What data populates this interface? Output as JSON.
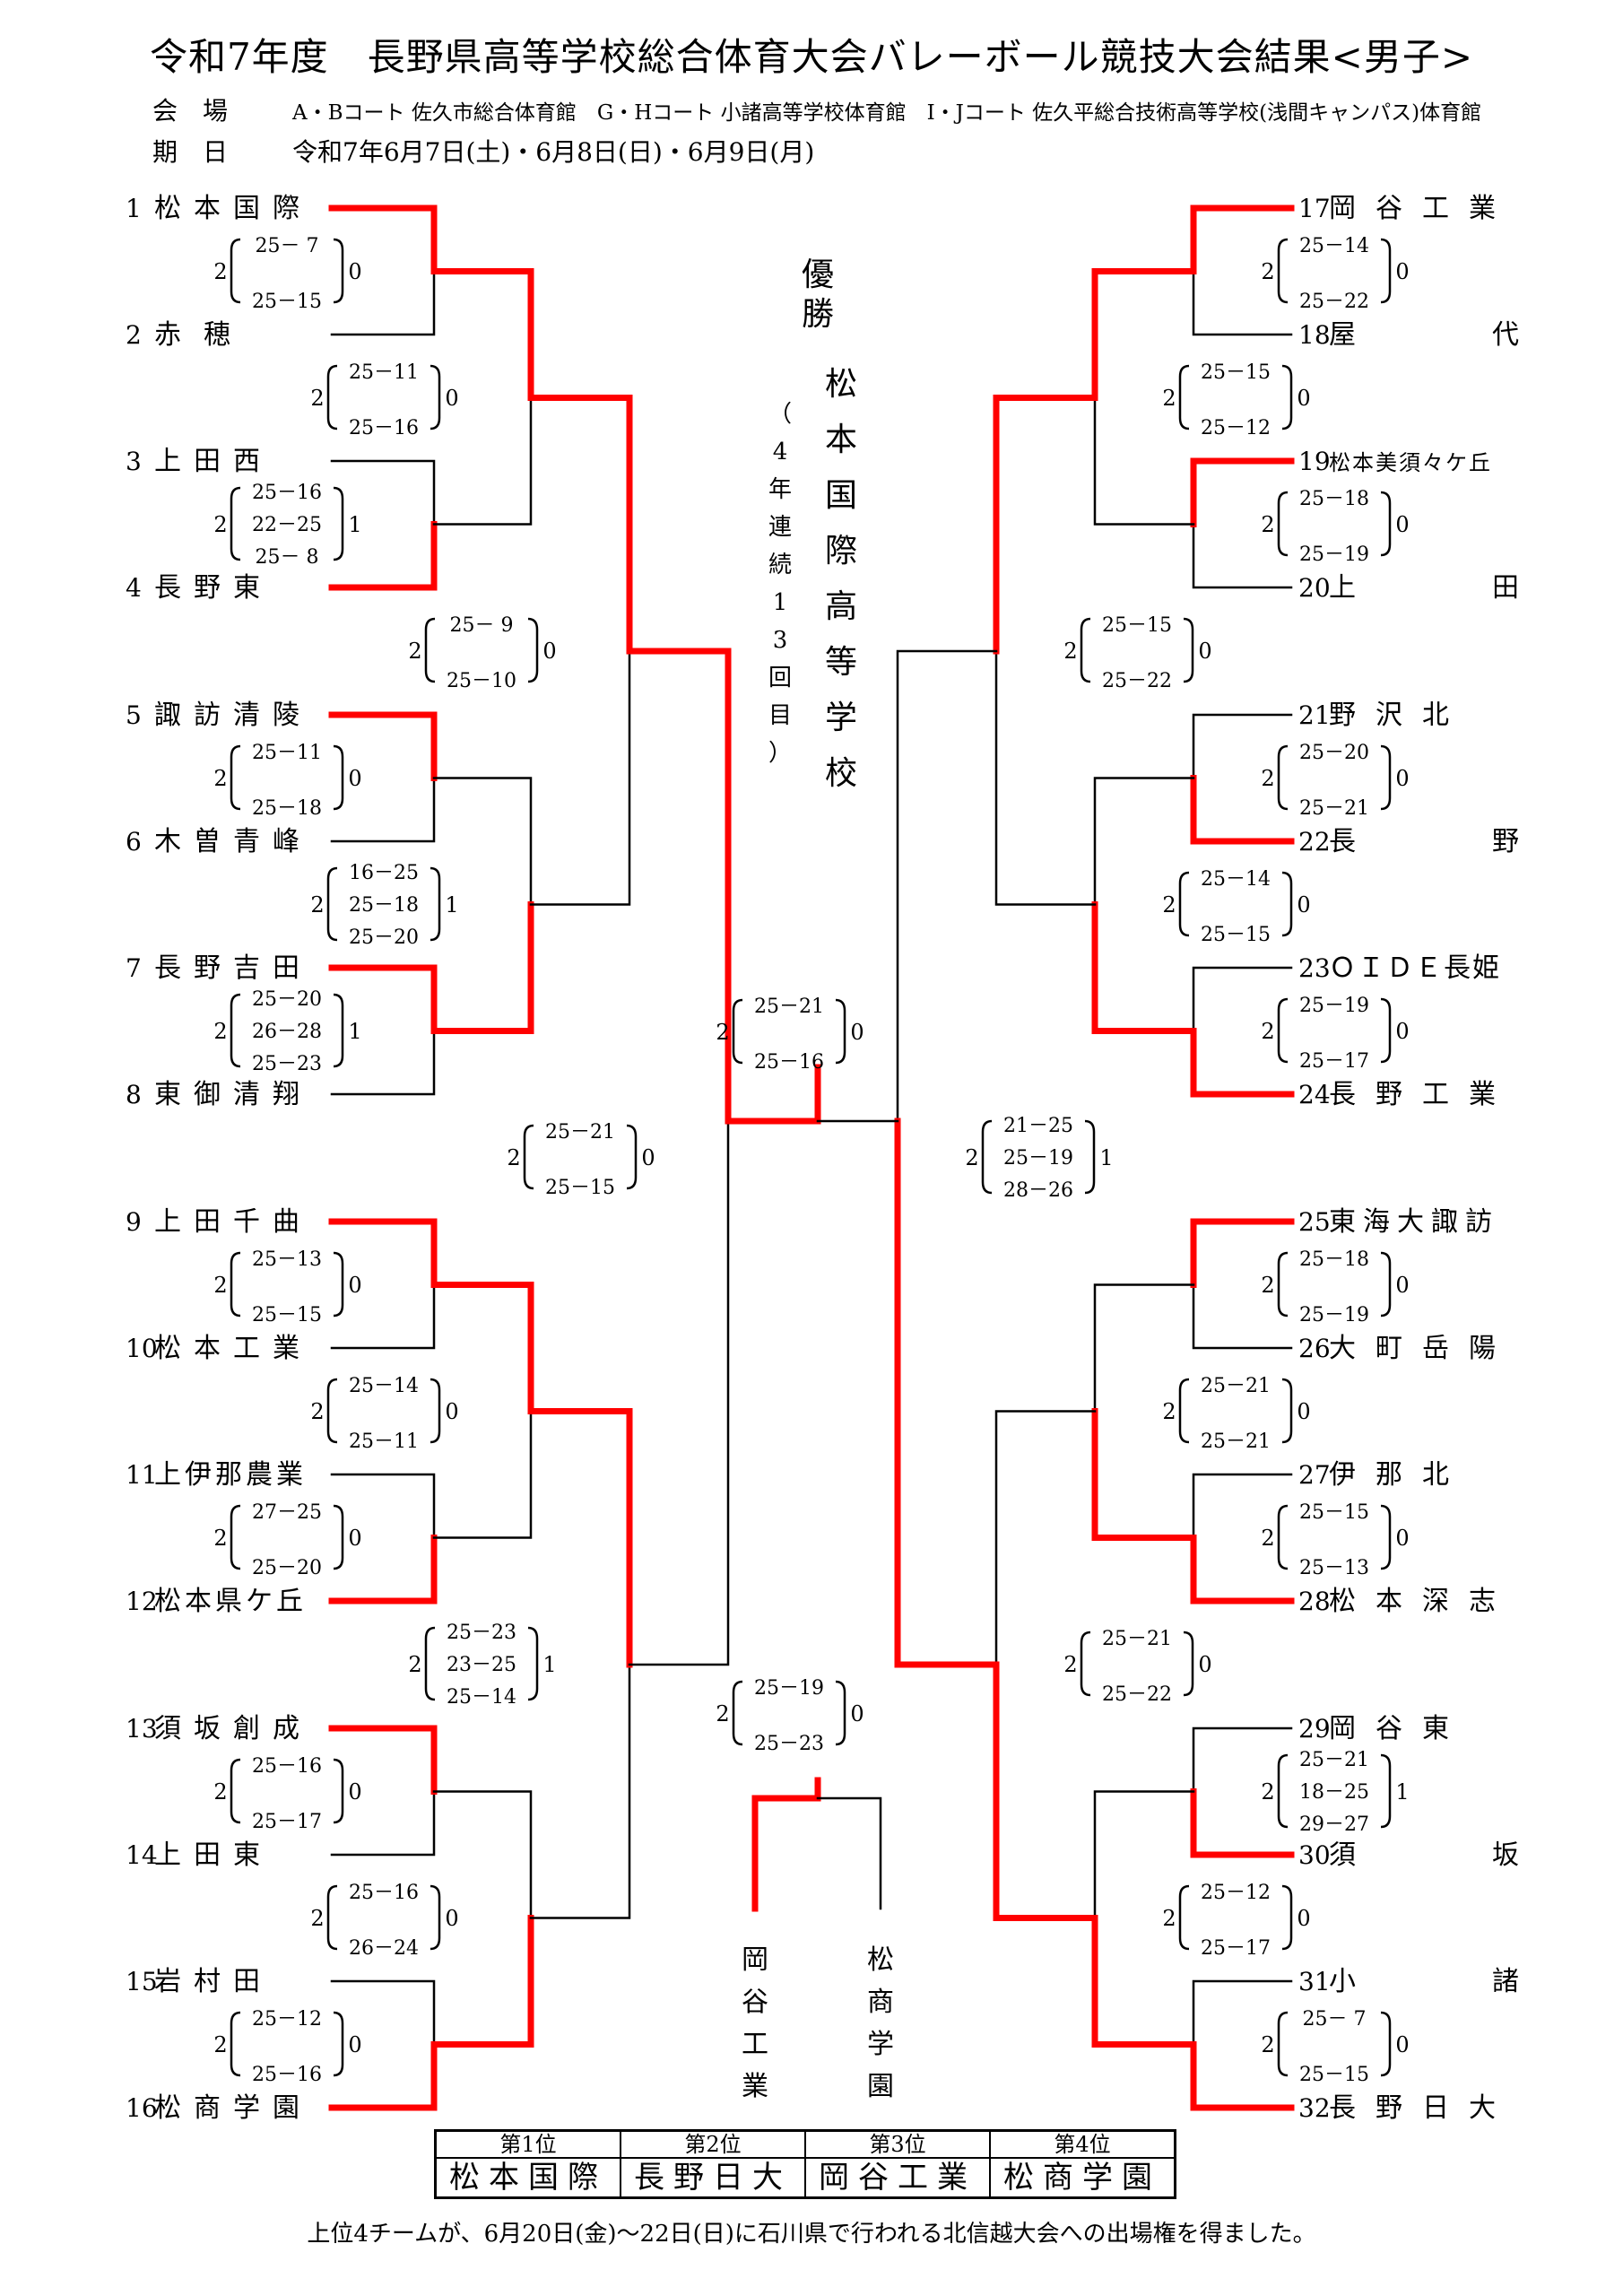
{
  "title": "令和7年度　長野県高等学校総合体育大会バレーボール競技大会結果<男子>",
  "venue": {
    "label": "会　場",
    "text": "A・Bコート 佐久市総合体育館　G・Hコート 小諸高等学校体育館　I・Jコート 佐久平総合技術高等学校(浅間キャンパス)体育館"
  },
  "dates": {
    "label": "期　日",
    "text": "令和7年6月7日(土)・6月8日(日)・6月9日(月)"
  },
  "champion": {
    "label": "優勝",
    "name": "松本国際高等学校",
    "note": "（4年連続13回目）"
  },
  "teams": [
    {
      "num": "1",
      "name": "松本国際"
    },
    {
      "num": "2",
      "name": "赤穂"
    },
    {
      "num": "3",
      "name": "上田西"
    },
    {
      "num": "4",
      "name": "長野東"
    },
    {
      "num": "5",
      "name": "諏訪清陵"
    },
    {
      "num": "6",
      "name": "木曽青峰"
    },
    {
      "num": "7",
      "name": "長野吉田"
    },
    {
      "num": "8",
      "name": "東御清翔"
    },
    {
      "num": "9",
      "name": "上田千曲"
    },
    {
      "num": "10",
      "name": "松本工業"
    },
    {
      "num": "11",
      "name": "上伊那農業"
    },
    {
      "num": "12",
      "name": "松本県ケ丘"
    },
    {
      "num": "13",
      "name": "須坂創成"
    },
    {
      "num": "14",
      "name": "上田東"
    },
    {
      "num": "15",
      "name": "岩村田"
    },
    {
      "num": "16",
      "name": "松商学園"
    },
    {
      "num": "17",
      "name": "岡谷工業"
    },
    {
      "num": "18",
      "name": "屋代"
    },
    {
      "num": "19",
      "name": "松本美須々ケ丘"
    },
    {
      "num": "20",
      "name": "上田"
    },
    {
      "num": "21",
      "name": "野沢北"
    },
    {
      "num": "22",
      "name": "長野"
    },
    {
      "num": "23",
      "name": "ＯＩＤＥ長姫"
    },
    {
      "num": "24",
      "name": "長野工業"
    },
    {
      "num": "25",
      "name": "東海大諏訪"
    },
    {
      "num": "26",
      "name": "大町岳陽"
    },
    {
      "num": "27",
      "name": "伊那北"
    },
    {
      "num": "28",
      "name": "松本深志"
    },
    {
      "num": "29",
      "name": "岡谷東"
    },
    {
      "num": "30",
      "name": "須坂"
    },
    {
      "num": "31",
      "name": "小諸"
    },
    {
      "num": "32",
      "name": "長野日大"
    }
  ],
  "scores": [
    {
      "w": "2",
      "l": "0",
      "sets": [
        "25－ 7",
        "25－15"
      ]
    },
    {
      "w": "2",
      "l": "1",
      "sets": [
        "25－16",
        "22－25",
        "25－ 8"
      ]
    },
    {
      "w": "2",
      "l": "0",
      "sets": [
        "25－11",
        "25－18"
      ]
    },
    {
      "w": "2",
      "l": "1",
      "sets": [
        "25－20",
        "26－28",
        "25－23"
      ]
    },
    {
      "w": "2",
      "l": "0",
      "sets": [
        "25－13",
        "25－15"
      ]
    },
    {
      "w": "2",
      "l": "0",
      "sets": [
        "27－25",
        "25－20"
      ]
    },
    {
      "w": "2",
      "l": "0",
      "sets": [
        "25－16",
        "25－17"
      ]
    },
    {
      "w": "2",
      "l": "0",
      "sets": [
        "25－12",
        "25－16"
      ]
    },
    {
      "w": "2",
      "l": "0",
      "sets": [
        "25－11",
        "25－16"
      ]
    },
    {
      "w": "2",
      "l": "1",
      "sets": [
        "16－25",
        "25－18",
        "25－20"
      ]
    },
    {
      "w": "2",
      "l": "0",
      "sets": [
        "25－14",
        "25－11"
      ]
    },
    {
      "w": "2",
      "l": "0",
      "sets": [
        "25－16",
        "26－24"
      ]
    },
    {
      "w": "2",
      "l": "0",
      "sets": [
        "25－ 9",
        "25－10"
      ]
    },
    {
      "w": "2",
      "l": "1",
      "sets": [
        "25－23",
        "23－25",
        "25－14"
      ]
    },
    {
      "w": "2",
      "l": "0",
      "sets": [
        "25－21",
        "25－15"
      ]
    },
    {
      "w": "2",
      "l": "0",
      "sets": [
        "25－21",
        "25－16"
      ]
    },
    {
      "w": "2",
      "l": "0",
      "sets": [
        "25－19",
        "25－23"
      ]
    },
    {
      "w": "2",
      "l": "0",
      "sets": [
        "25－14",
        "25－22"
      ]
    },
    {
      "w": "2",
      "l": "0",
      "sets": [
        "25－18",
        "25－19"
      ]
    },
    {
      "w": "2",
      "l": "0",
      "sets": [
        "25－20",
        "25－21"
      ]
    },
    {
      "w": "2",
      "l": "0",
      "sets": [
        "25－19",
        "25－17"
      ]
    },
    {
      "w": "2",
      "l": "0",
      "sets": [
        "25－18",
        "25－19"
      ]
    },
    {
      "w": "2",
      "l": "0",
      "sets": [
        "25－15",
        "25－13"
      ]
    },
    {
      "w": "2",
      "l": "1",
      "sets": [
        "25－21",
        "18－25",
        "29－27"
      ]
    },
    {
      "w": "2",
      "l": "0",
      "sets": [
        "25－ 7",
        "25－15"
      ]
    },
    {
      "w": "2",
      "l": "0",
      "sets": [
        "25－15",
        "25－12"
      ]
    },
    {
      "w": "2",
      "l": "0",
      "sets": [
        "25－14",
        "25－15"
      ]
    },
    {
      "w": "2",
      "l": "0",
      "sets": [
        "25－21",
        "25－21"
      ]
    },
    {
      "w": "2",
      "l": "0",
      "sets": [
        "25－12",
        "25－17"
      ]
    },
    {
      "w": "2",
      "l": "0",
      "sets": [
        "25－15",
        "25－22"
      ]
    },
    {
      "w": "2",
      "l": "0",
      "sets": [
        "25－21",
        "25－22"
      ]
    },
    {
      "w": "2",
      "l": "1",
      "sets": [
        "21－25",
        "25－19",
        "28－26"
      ]
    }
  ],
  "third_place": {
    "left": "岡谷工業",
    "right": "松商学園"
  },
  "standings": {
    "ranks": [
      "第1位",
      "第2位",
      "第3位",
      "第4位"
    ],
    "teams": [
      "松本国際",
      "長野日大",
      "岡谷工業",
      "松商学園"
    ]
  },
  "footnote": "上位4チームが、6月20日(金)～22日(日)に石川県で行われる北信越大会への出場権を得ました。",
  "colors": {
    "winner_line": "#ff0000",
    "line": "#000000"
  }
}
